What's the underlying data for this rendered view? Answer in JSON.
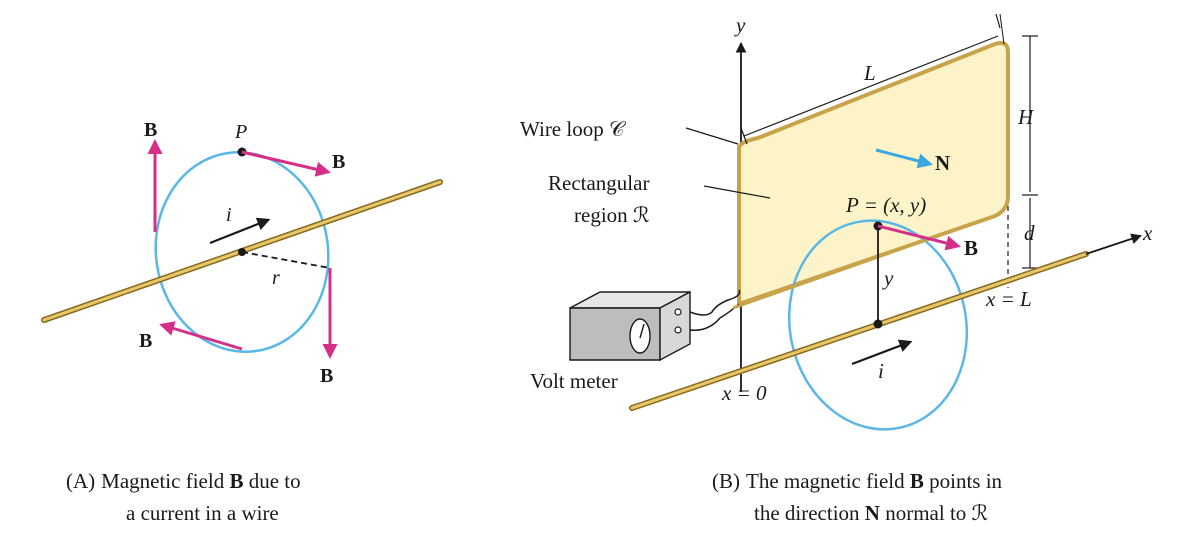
{
  "panelA": {
    "labels": {
      "b_top_left": "B",
      "b_top_right": "B",
      "b_bottom_left": "B",
      "b_bottom_right": "B",
      "p": "P",
      "i": "i",
      "r": "r"
    },
    "caption": {
      "tag": "(A)",
      "line1_pre": "Magnetic field ",
      "line1_bold": "B",
      "line1_post": " due to",
      "line2": "a current in a wire"
    }
  },
  "panelB": {
    "labels": {
      "y_axis": "y",
      "x_axis": "x",
      "L": "L",
      "H": "H",
      "d": "d",
      "wire_loop": "Wire loop 𝒞",
      "rect_region_line1": "Rectangular",
      "rect_region_line2": "region ℛ",
      "N": "N",
      "P": "P = (x, y)",
      "B": "B",
      "y_dist": "y",
      "x_eq_L": "x = L",
      "x_eq_0": "x = 0",
      "i": "i",
      "volt_meter": "Volt meter"
    },
    "caption": {
      "tag": "(B)",
      "line1_pre": "The magnetic field ",
      "line1_bold": "B",
      "line1_post": " points in",
      "line2_pre": "the direction ",
      "line2_bold": "N",
      "line2_post": " normal to ℛ"
    }
  },
  "colors": {
    "wire": "#c9a34a",
    "wire_dark": "#8a6a1e",
    "field_loop": "#5bb7e6",
    "field_arrow": "#d62f8a",
    "region_fill": "#fdf3c8",
    "normal_arrow": "#3ba7e0",
    "ink": "#1a1a1a"
  }
}
